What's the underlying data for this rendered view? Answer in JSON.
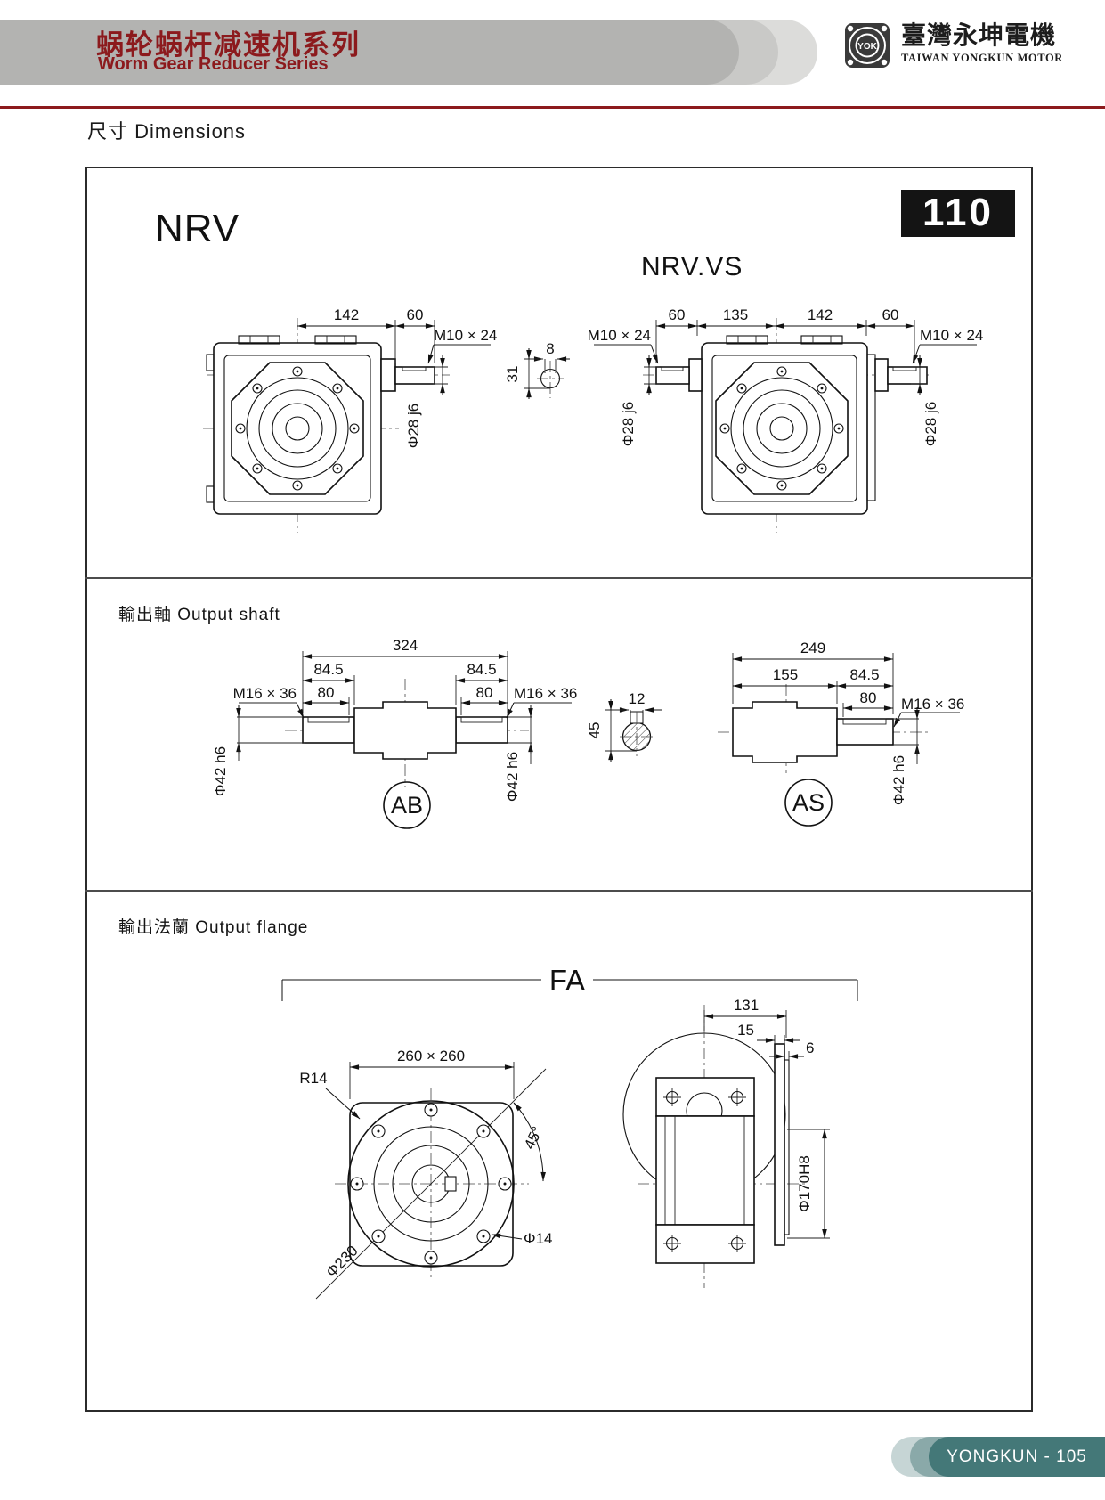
{
  "colors": {
    "accent_red": "#8c1a1d",
    "header_band_gray": "#b3b3b1",
    "badge_black": "#141414",
    "footer_teal": "#447878",
    "line_black": "#111111"
  },
  "header": {
    "series_title_zh": "蜗轮蜗杆减速机系列",
    "series_title_en": "Worm Gear Reducer Series",
    "logo_monogram": "YOK",
    "company_zh": "臺灣永坤電機",
    "company_en": "TAIWAN YONGKUN MOTOR"
  },
  "page_heading": "尺寸 Dimensions",
  "views": {
    "size_badge": "110",
    "nrv": {
      "title": "NRV",
      "dim_top_a": "142",
      "dim_top_b": "60",
      "thread": "M10 × 24",
      "shaft_dia": "Φ28 j6"
    },
    "input_key": {
      "width": "8",
      "depth": "31"
    },
    "nrvvs": {
      "title": "NRV.VS",
      "dim_a": "60",
      "dim_b": "135",
      "dim_c": "142",
      "dim_d": "60",
      "thread_left": "M10 × 24",
      "thread_right": "M10 × 24",
      "shaft_dia_left": "Φ28 j6",
      "shaft_dia_right": "Φ28 j6"
    }
  },
  "output_shaft": {
    "heading": "輸出軸 Output shaft",
    "ab": {
      "label": "AB",
      "dim_total": "324",
      "dim_l1": "84.5",
      "dim_l2": "80",
      "dim_r1": "84.5",
      "dim_r2": "80",
      "thread_left": "M16 × 36",
      "thread_right": "M16 × 36",
      "dia_left": "Φ42 h6",
      "dia_right": "Φ42 h6"
    },
    "key": {
      "width": "12",
      "depth": "45"
    },
    "as": {
      "label": "AS",
      "dim_total": "249",
      "dim_l": "155",
      "dim_r1": "84.5",
      "dim_r2": "80",
      "thread": "M16 × 36",
      "dia": "Φ42 h6"
    }
  },
  "output_flange": {
    "heading": "輸出法蘭  Output flange",
    "fa_label": "FA",
    "front": {
      "square": "260 × 260",
      "corner_radius": "R14",
      "angle": "45°",
      "hole_dia": "Φ14",
      "bolt_circle_dia": "Φ230"
    },
    "side": {
      "dim_a": "131",
      "dim_b": "15",
      "dim_c": "6",
      "pilot_dia": "Φ170H8"
    }
  },
  "footer": {
    "page_label": "YONGKUN - 105"
  }
}
